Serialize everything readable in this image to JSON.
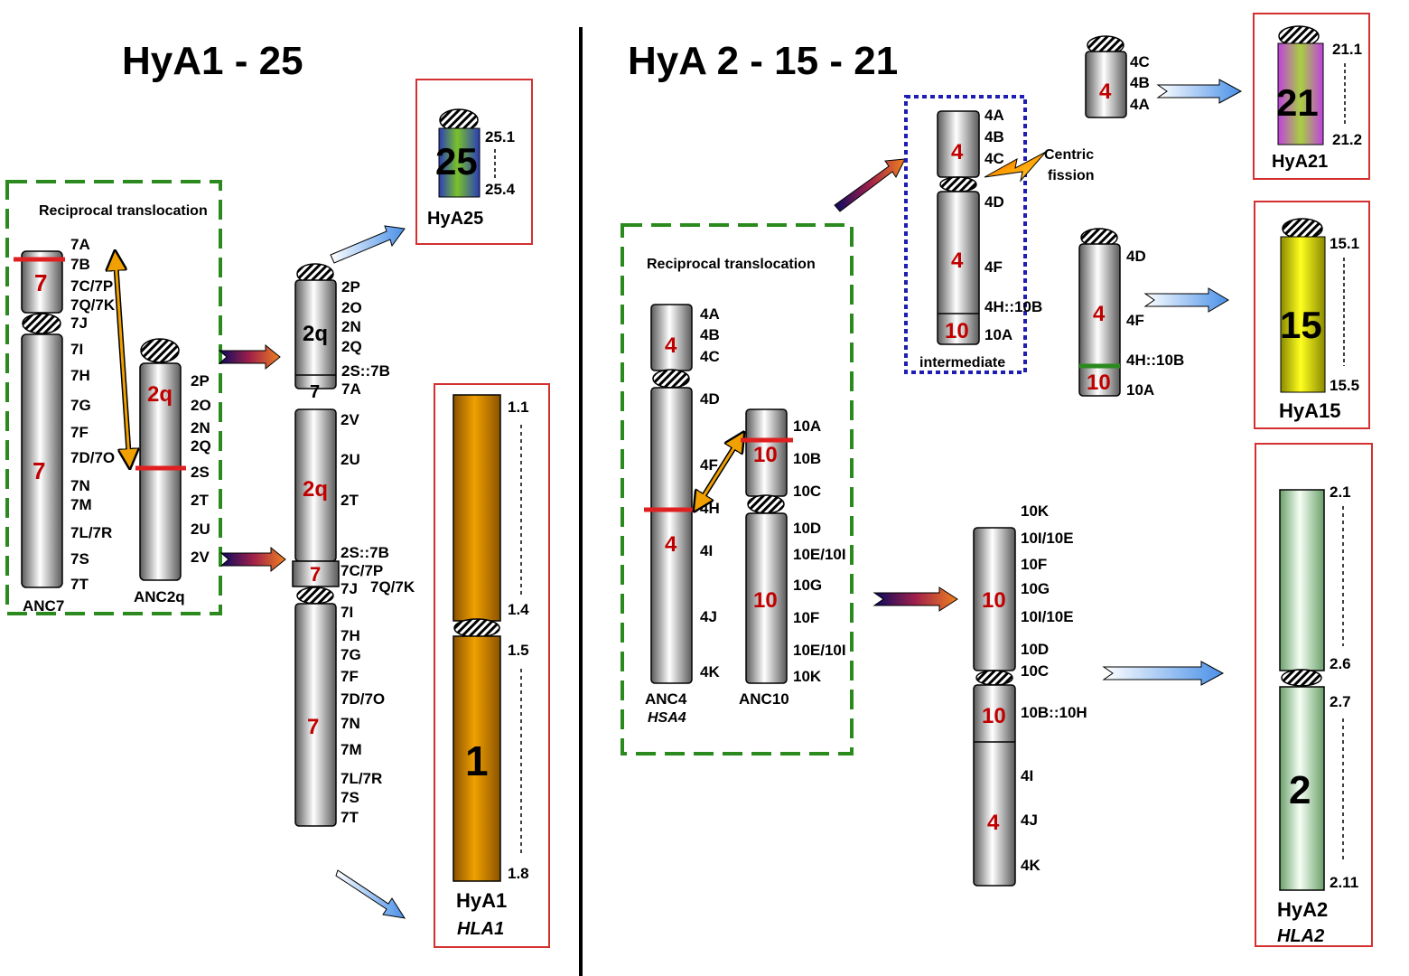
{
  "titles": {
    "left": "HyA1 - 25",
    "right": "HyA 2 - 15 - 21"
  },
  "boxes": {
    "reciprocal_left": "Reciprocal translocation",
    "reciprocal_right": "Reciprocal translocation",
    "intermediate": "intermediate",
    "centric_fission_1": "Centric",
    "centric_fission_2": "fission"
  },
  "anc7": {
    "name": "ANC7",
    "top_label": "7",
    "bottom_label": "7",
    "bands": [
      "7A",
      "7B",
      "7C/7P",
      "7Q/7K",
      "7J",
      "7I",
      "7H",
      "7G",
      "7F",
      "7D/7O",
      "7N",
      "7M",
      "7L/7R",
      "7S",
      "7T"
    ]
  },
  "anc2q": {
    "name": "ANC2q",
    "label": "2q",
    "bands": [
      "2P",
      "2O",
      "2N",
      "2Q",
      "2S",
      "2T",
      "2U",
      "2V"
    ]
  },
  "mid_small": {
    "label": "2q",
    "bottom_label": "7",
    "bands": [
      "2P",
      "2O",
      "2N",
      "2Q",
      "2S::7B",
      "7A"
    ]
  },
  "mid_large": {
    "labels": [
      "2q",
      "7",
      "7"
    ],
    "bands": [
      "2V",
      "2U",
      "2T",
      "2S::7B",
      "7C/7P",
      "7J",
      "7Q/7K",
      "7I",
      "7H",
      "7G",
      "7F",
      "7D/7O",
      "7N",
      "7M",
      "7L/7R",
      "7S",
      "7T"
    ]
  },
  "hya25": {
    "number": "25",
    "name": "HyA25",
    "top": "25.1",
    "bottom": "25.4"
  },
  "hya1": {
    "number": "1",
    "name": "HyA1",
    "sub": "HLA1",
    "b1": "1.1",
    "b2": "1.4",
    "b3": "1.5",
    "b4": "1.8"
  },
  "anc4": {
    "name": "ANC4",
    "sub": "HSA4",
    "top_label": "4",
    "bottom_label": "4",
    "bands": [
      "4A",
      "4B",
      "4C",
      "4D",
      "4F",
      "4H",
      "4I",
      "4J",
      "4K"
    ]
  },
  "anc10": {
    "name": "ANC10",
    "top_label": "10",
    "bottom_label": "10",
    "bands": [
      "10A",
      "10B",
      "10C",
      "10D",
      "10E/10I",
      "10G",
      "10F",
      "10E/10I",
      "10K"
    ]
  },
  "intermediate_chr": {
    "labels": [
      "4",
      "4",
      "10"
    ],
    "bands": [
      "4A",
      "4B",
      "4C",
      "4D",
      "4F",
      "4H::10B",
      "10A"
    ]
  },
  "small4": {
    "label": "4",
    "bands": [
      "4C",
      "4B",
      "4A"
    ]
  },
  "med4": {
    "labels": [
      "4",
      "10"
    ],
    "bands": [
      "4D",
      "4F",
      "4H::10B",
      "10A"
    ]
  },
  "fused10": {
    "labels": [
      "10",
      "10",
      "4"
    ],
    "bands": [
      "10K",
      "10I/10E",
      "10F",
      "10G",
      "10I/10E",
      "10D",
      "10C",
      "10B::10H",
      "4I",
      "4J",
      "4K"
    ]
  },
  "hya21": {
    "number": "21",
    "name": "HyA21",
    "top": "21.1",
    "bottom": "21.2"
  },
  "hya15": {
    "number": "15",
    "name": "HyA15",
    "top": "15.1",
    "bottom": "15.5"
  },
  "hya2": {
    "number": "2",
    "name": "HyA2",
    "sub": "HLA2",
    "b1": "2.1",
    "b2": "2.6",
    "b3": "2.7",
    "b4": "2.11"
  },
  "colors": {
    "box_red": "#d43030",
    "box_green": "#2a8a1e",
    "box_blue": "#1e1eb4",
    "label_red": "#c00000"
  }
}
